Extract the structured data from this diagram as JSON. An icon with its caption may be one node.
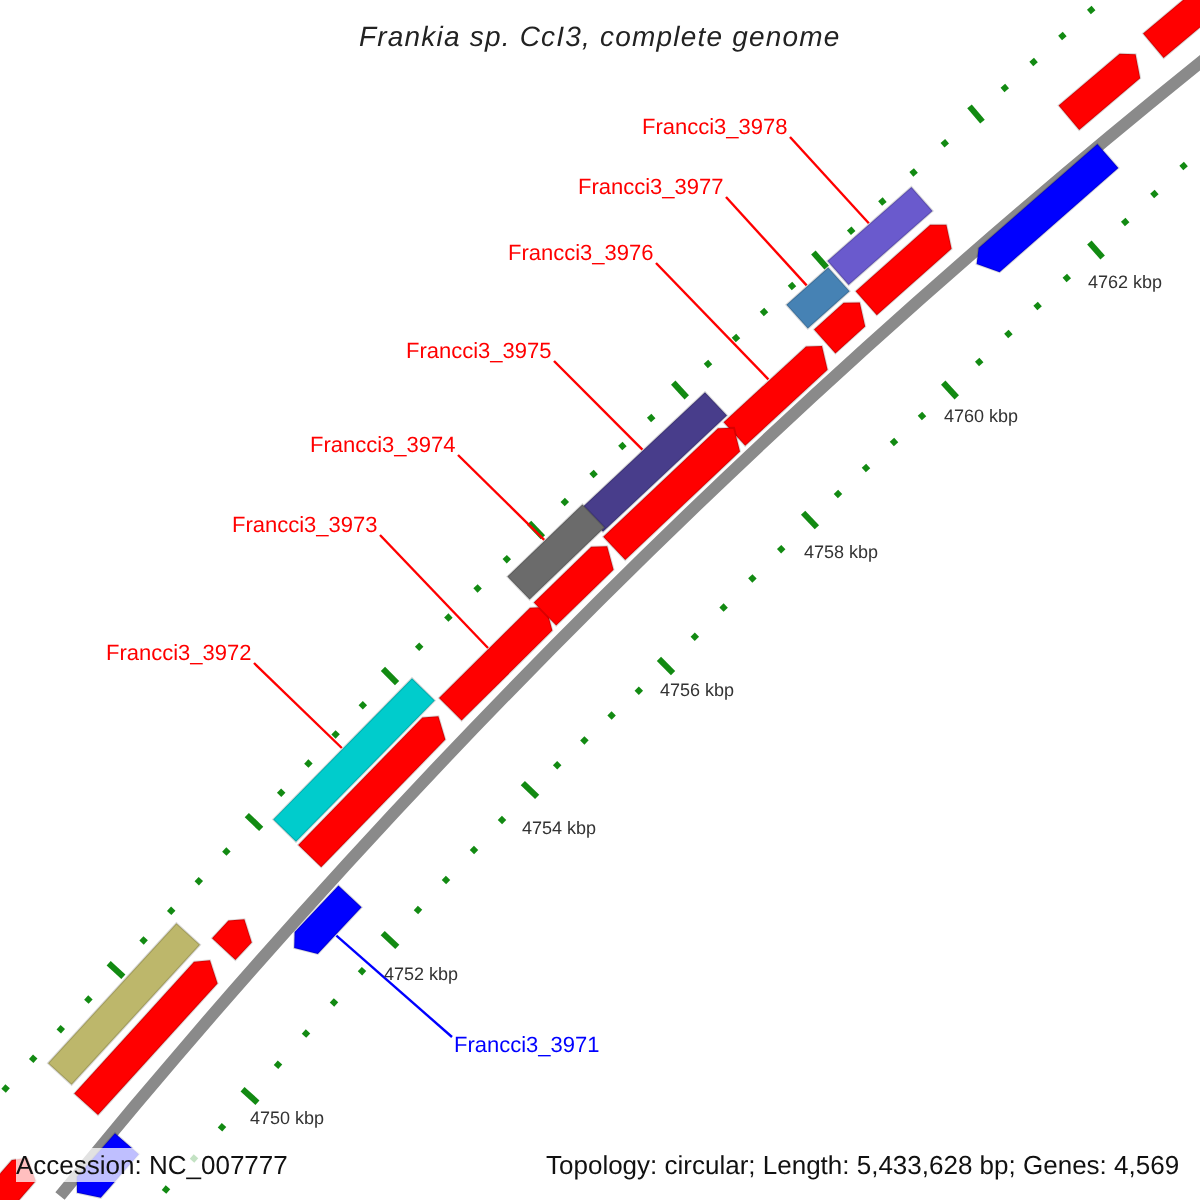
{
  "diagram": {
    "title": "Frankia sp. CcI3, complete genome",
    "nodes": [
      {
        "text": [
          "Francci3_3978"
        ]
      },
      {
        "text": [
          "Francci3_3977"
        ]
      },
      {
        "text": [
          "Francci3_3976"
        ]
      },
      {
        "text": [
          "Francci3_3975"
        ]
      },
      {
        "text": [
          "Francci3_3974"
        ]
      },
      {
        "text": [
          "Francci3_3973"
        ]
      },
      {
        "text": [
          "Francci3_3972"
        ]
      },
      {
        "text": [
          "Francci3_3971"
        ]
      },
      {
        "text": [],
        "shape": "bar"
      },
      {
        "text": [],
        "shape": "bar"
      },
      {
        "text": [],
        "shape": "arrow"
      },
      {
        "text": [],
        "shape": "bar"
      },
      {
        "text": [],
        "shape": "bar"
      },
      {
        "text": [],
        "shape": "arrow"
      },
      {
        "text": [],
        "shape": "bar"
      },
      {
        "text": [],
        "shape": "arrow"
      },
      {
        "text": [],
        "shape": "arrow"
      },
      {
        "text": [],
        "shape": "arrow"
      },
      {
        "text": [],
        "shape": "arrow"
      },
      {
        "text": [],
        "shape": "arrow"
      },
      {
        "text": [],
        "shape": "arrow"
      },
      {
        "text": [],
        "shape": "arrow"
      },
      {
        "text": [],
        "shape": "arrow"
      },
      {
        "text": [],
        "shape": "arrow"
      },
      {
        "text": [],
        "shape": "bar"
      },
      {
        "text": [],
        "shape": "arrow"
      },
      {
        "text": [],
        "shape": "arrow"
      },
      {
        "text": [],
        "shape": "arrow"
      },
      {
        "text": [],
        "shape": "arrow"
      }
    ],
    "edges": [
      {
        "from": 0,
        "to": 8,
        "arrow": "none"
      },
      {
        "from": 1,
        "to": 9,
        "arrow": "none"
      },
      {
        "from": 2,
        "to": 10,
        "arrow": "none"
      },
      {
        "from": 3,
        "to": 11,
        "arrow": "none"
      },
      {
        "from": 4,
        "to": 12,
        "arrow": "none"
      },
      {
        "from": 5,
        "to": 13,
        "arrow": "none"
      },
      {
        "from": 6,
        "to": 14,
        "arrow": "none"
      },
      {
        "from": 7,
        "to": 15,
        "arrow": "none",
        "color": "#0000ff"
      }
    ],
    "labels": [
      "4762 kbp",
      "4760 kbp",
      "4758 kbp",
      "4756 kbp",
      "4754 kbp",
      "4752 kbp",
      "4750 kbp",
      "Accession: NC_007777",
      "Topology: circular; Length: 5,433,628 bp; Genes: 4,569"
    ]
  }
}
